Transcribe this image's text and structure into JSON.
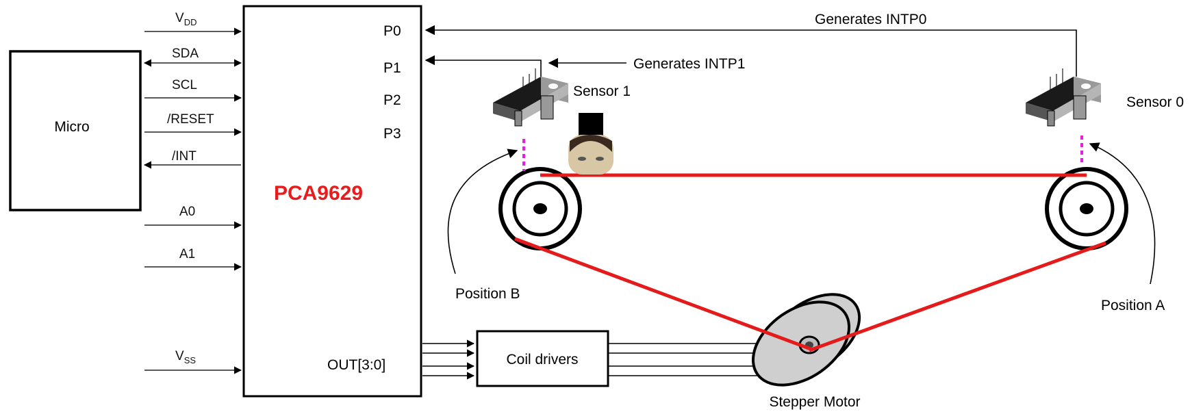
{
  "micro_label": "Micro",
  "chip_label": "PCA9629",
  "left_pins": {
    "vdd_main": "V",
    "vdd_sub": "DD",
    "sda": "SDA",
    "scl": "SCL",
    "reset": "/RESET",
    "int": "/INT",
    "a0": "A0",
    "a1": "A1",
    "vss_main": "V",
    "vss_sub": "SS"
  },
  "right_pins": {
    "p0": "P0",
    "p1": "P1",
    "p2": "P2",
    "p3": "P3",
    "out": "OUT[3:0]"
  },
  "coil_drivers_label": "Coil drivers",
  "stepper_label": "Stepper Motor",
  "intp0_label": "Generates INTP0",
  "intp1_label": "Generates INTP1",
  "sensor1_label": "Sensor 1",
  "sensor0_label": "Sensor 0",
  "position_b_label": "Position B",
  "position_a_label": "Position A",
  "colors": {
    "chip_title": "#e81c1c",
    "belt": "#e51b1b",
    "sensor_beam": "#e61ee6",
    "motor": "#cfcfcf"
  }
}
